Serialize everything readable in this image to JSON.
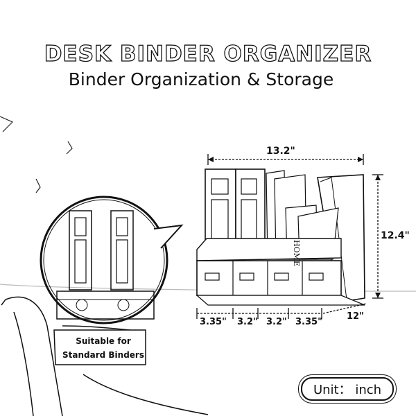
{
  "header": {
    "title": "DESK BINDER ORGANIZER",
    "subtitle": "Binder Organization & Storage"
  },
  "dimensions": {
    "width": "13.2\"",
    "height": "12.4\"",
    "depth": "12\"",
    "compartments": [
      "3.35\"",
      "3.2\"",
      "3.2\"",
      "3.35\""
    ]
  },
  "product": {
    "label": "HOME"
  },
  "callout": {
    "caption": "Suitable for Standard Binders"
  },
  "badge": {
    "unit": "Unit： inch"
  }
}
